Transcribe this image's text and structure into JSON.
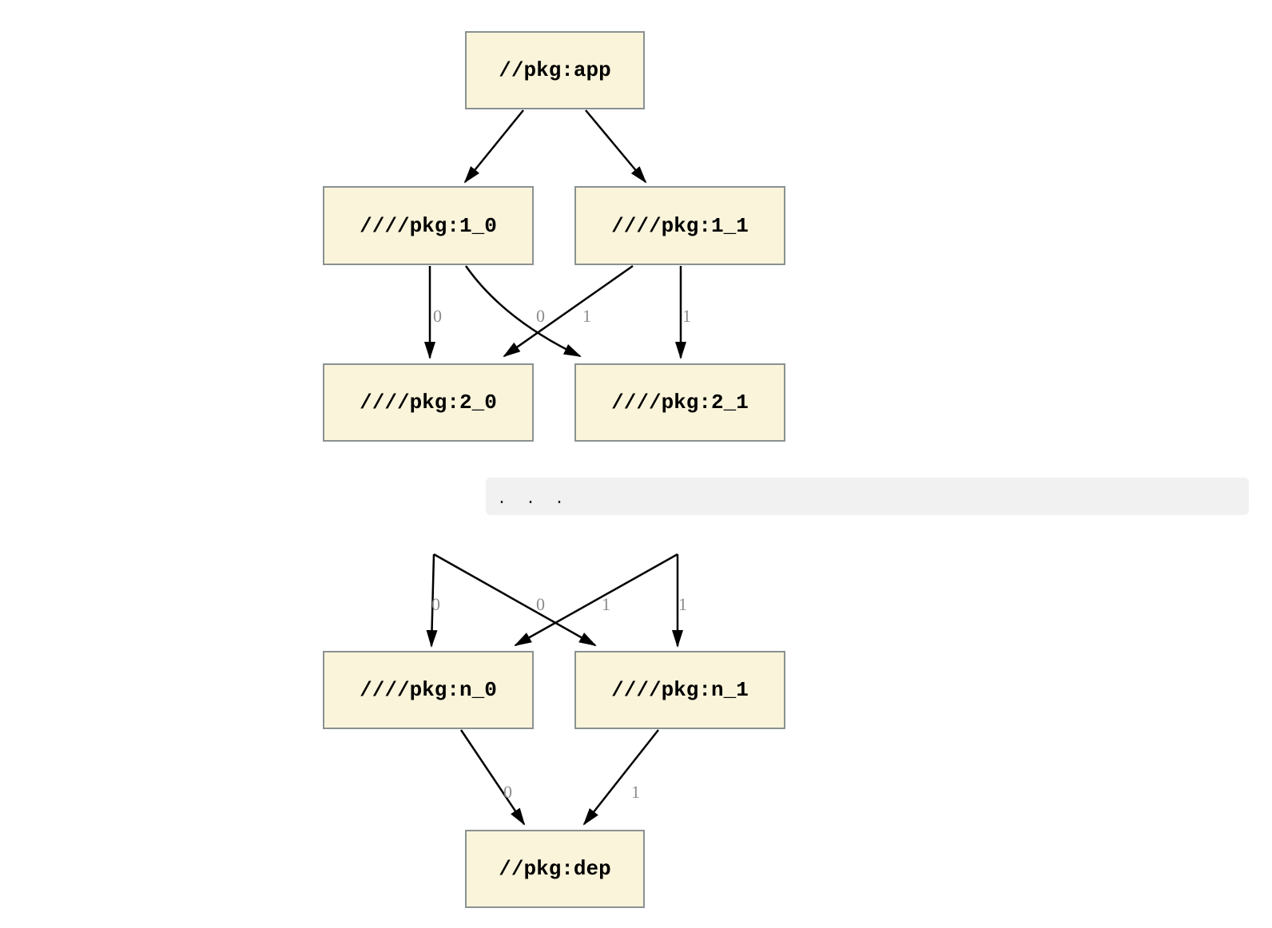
{
  "diagram": {
    "type": "dependency-graph",
    "nodes": {
      "app": {
        "label": "//pkg:app"
      },
      "pkg1_0": {
        "label": "////pkg:1_0"
      },
      "pkg1_1": {
        "label": "////pkg:1_1"
      },
      "pkg2_0": {
        "label": "////pkg:2_0"
      },
      "pkg2_1": {
        "label": "////pkg:2_1"
      },
      "pkgn_0": {
        "label": "////pkg:n_0"
      },
      "pkgn_1": {
        "label": "////pkg:n_1"
      },
      "dep": {
        "label": "//pkg:dep"
      }
    },
    "ellipsis_text": ".  .  .",
    "edge_labels": {
      "pkg1_0_to_pkg2_0": "0",
      "pkg1_1_to_pkg2_0": "0",
      "pkg1_0_to_pkg2_1": "1",
      "pkg1_1_to_pkg2_1": "1",
      "hidden_0_to_pkgn_0": "0",
      "hidden_1_to_pkgn_0": "0",
      "hidden_0_to_pkgn_1": "1",
      "hidden_1_to_pkgn_1": "1",
      "pkgn_0_to_dep": "0",
      "pkgn_1_to_dep": "1"
    },
    "colors": {
      "node_fill": "#FAF4DA",
      "node_border": "#8A9192",
      "node_text": "#000000",
      "edge": "#000000",
      "edge_label": "#8C8C8C",
      "ellipsis_bg": "#F1F1F1",
      "ellipsis_text": "#222222",
      "page_bg": "#FFFFFF"
    }
  }
}
